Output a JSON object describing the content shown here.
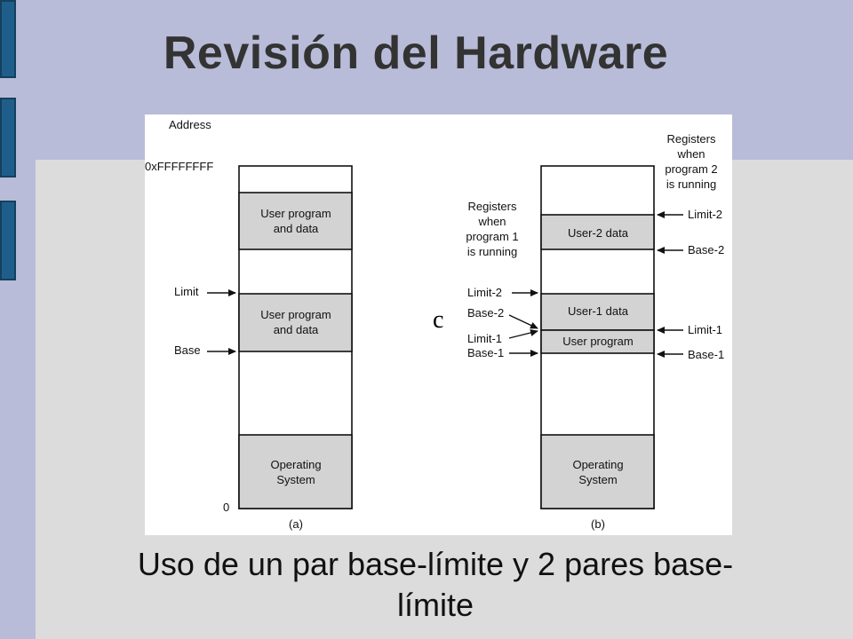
{
  "slide": {
    "title": "Revisión del Hardware",
    "caption_line1": "Uso de un par base-límite y 2 pares base-",
    "caption_line2": "límite",
    "stray_char": "c"
  },
  "diagram": {
    "a": {
      "address_header": "Address",
      "top_address": "0xFFFFFFFF",
      "bottom_address": "0",
      "block_user_top_l1": "User program",
      "block_user_top_l2": "and data",
      "block_user_mid_l1": "User program",
      "block_user_mid_l2": "and data",
      "block_os_l1": "Operating",
      "block_os_l2": "System",
      "label_limit": "Limit",
      "label_base": "Base",
      "caption": "(a)"
    },
    "b": {
      "regs2_l1": "Registers",
      "regs2_l2": "when",
      "regs2_l3": "program 2",
      "regs2_l4": "is running",
      "regs1_l1": "Registers",
      "regs1_l2": "when",
      "regs1_l3": "program 1",
      "regs1_l4": "is running",
      "block_user2": "User-2 data",
      "block_user1": "User-1 data",
      "block_userprog": "User program",
      "block_os_l1": "Operating",
      "block_os_l2": "System",
      "left_limit2": "Limit-2",
      "left_base2": "Base-2",
      "left_limit1": "Limit-1",
      "left_base1": "Base-1",
      "right_limit2": "Limit-2",
      "right_base2": "Base-2",
      "right_limit1": "Limit-1",
      "right_base1": "Base-1",
      "caption": "(b)"
    }
  },
  "colors": {
    "background": "#b8bcd8",
    "content": "#dcdcdc",
    "block_fill": "#d3d3d3",
    "sidebar": "#1f5e8a"
  }
}
